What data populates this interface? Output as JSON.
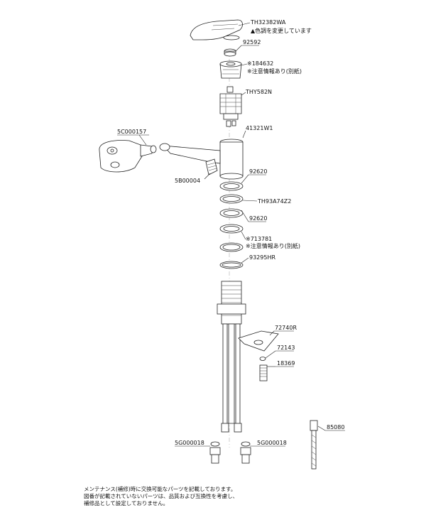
{
  "parts": {
    "handle": "TH32382WA",
    "handle_note": "▲色調を変更しています",
    "p92592": "92592",
    "p184632": "※184632",
    "p184632_note": "※注意情報あり(別紙)",
    "cartridge": "THY582N",
    "body": "41321W1",
    "hose_head": "5C000157",
    "hose_adapter": "5B00004",
    "ring1": "92620",
    "ring2": "TH93A74Z2",
    "ring3": "92620",
    "p713781": "※713781",
    "p713781_note": "※注意情報あり(別紙)",
    "oring": "93295HR",
    "bracket": "72740R",
    "washer": "72143",
    "nut": "18369",
    "tool": "85080",
    "valve_left": "5G000018",
    "valve_right": "5G000018"
  },
  "footer": {
    "line1": "メンテナンス(補修)時に交換可能なパーツを記載しております。",
    "line2": "図番が記載されていないパーツは、品質および互換性を考慮し、",
    "line3": "補修品として設定しておりません。"
  }
}
